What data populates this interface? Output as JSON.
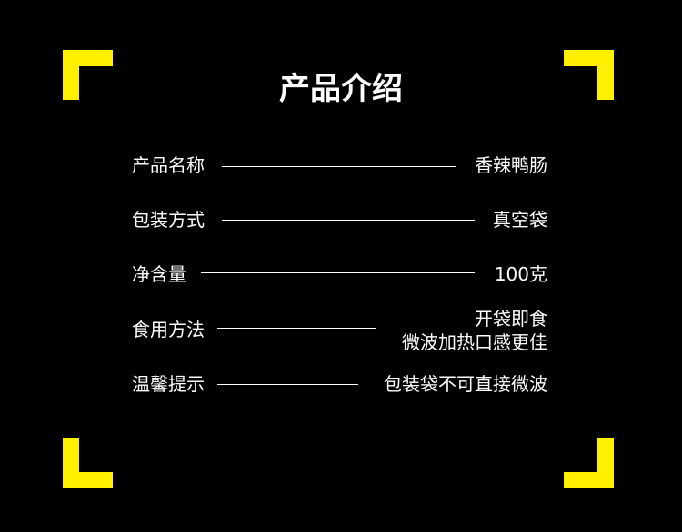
{
  "title": "产品介绍",
  "rows": [
    {
      "label": "产品名称",
      "value": "香辣鸭肠"
    },
    {
      "label": "包装方式",
      "value": "真空袋"
    },
    {
      "label": "净含量",
      "value": "100克"
    },
    {
      "label": "食用方法",
      "value": "开袋即食",
      "value2": "微波加热口感更佳"
    },
    {
      "label": "温馨提示",
      "value": "包装袋不可直接微波"
    }
  ],
  "colors": {
    "accent": "#fff000",
    "background": "#000000"
  }
}
